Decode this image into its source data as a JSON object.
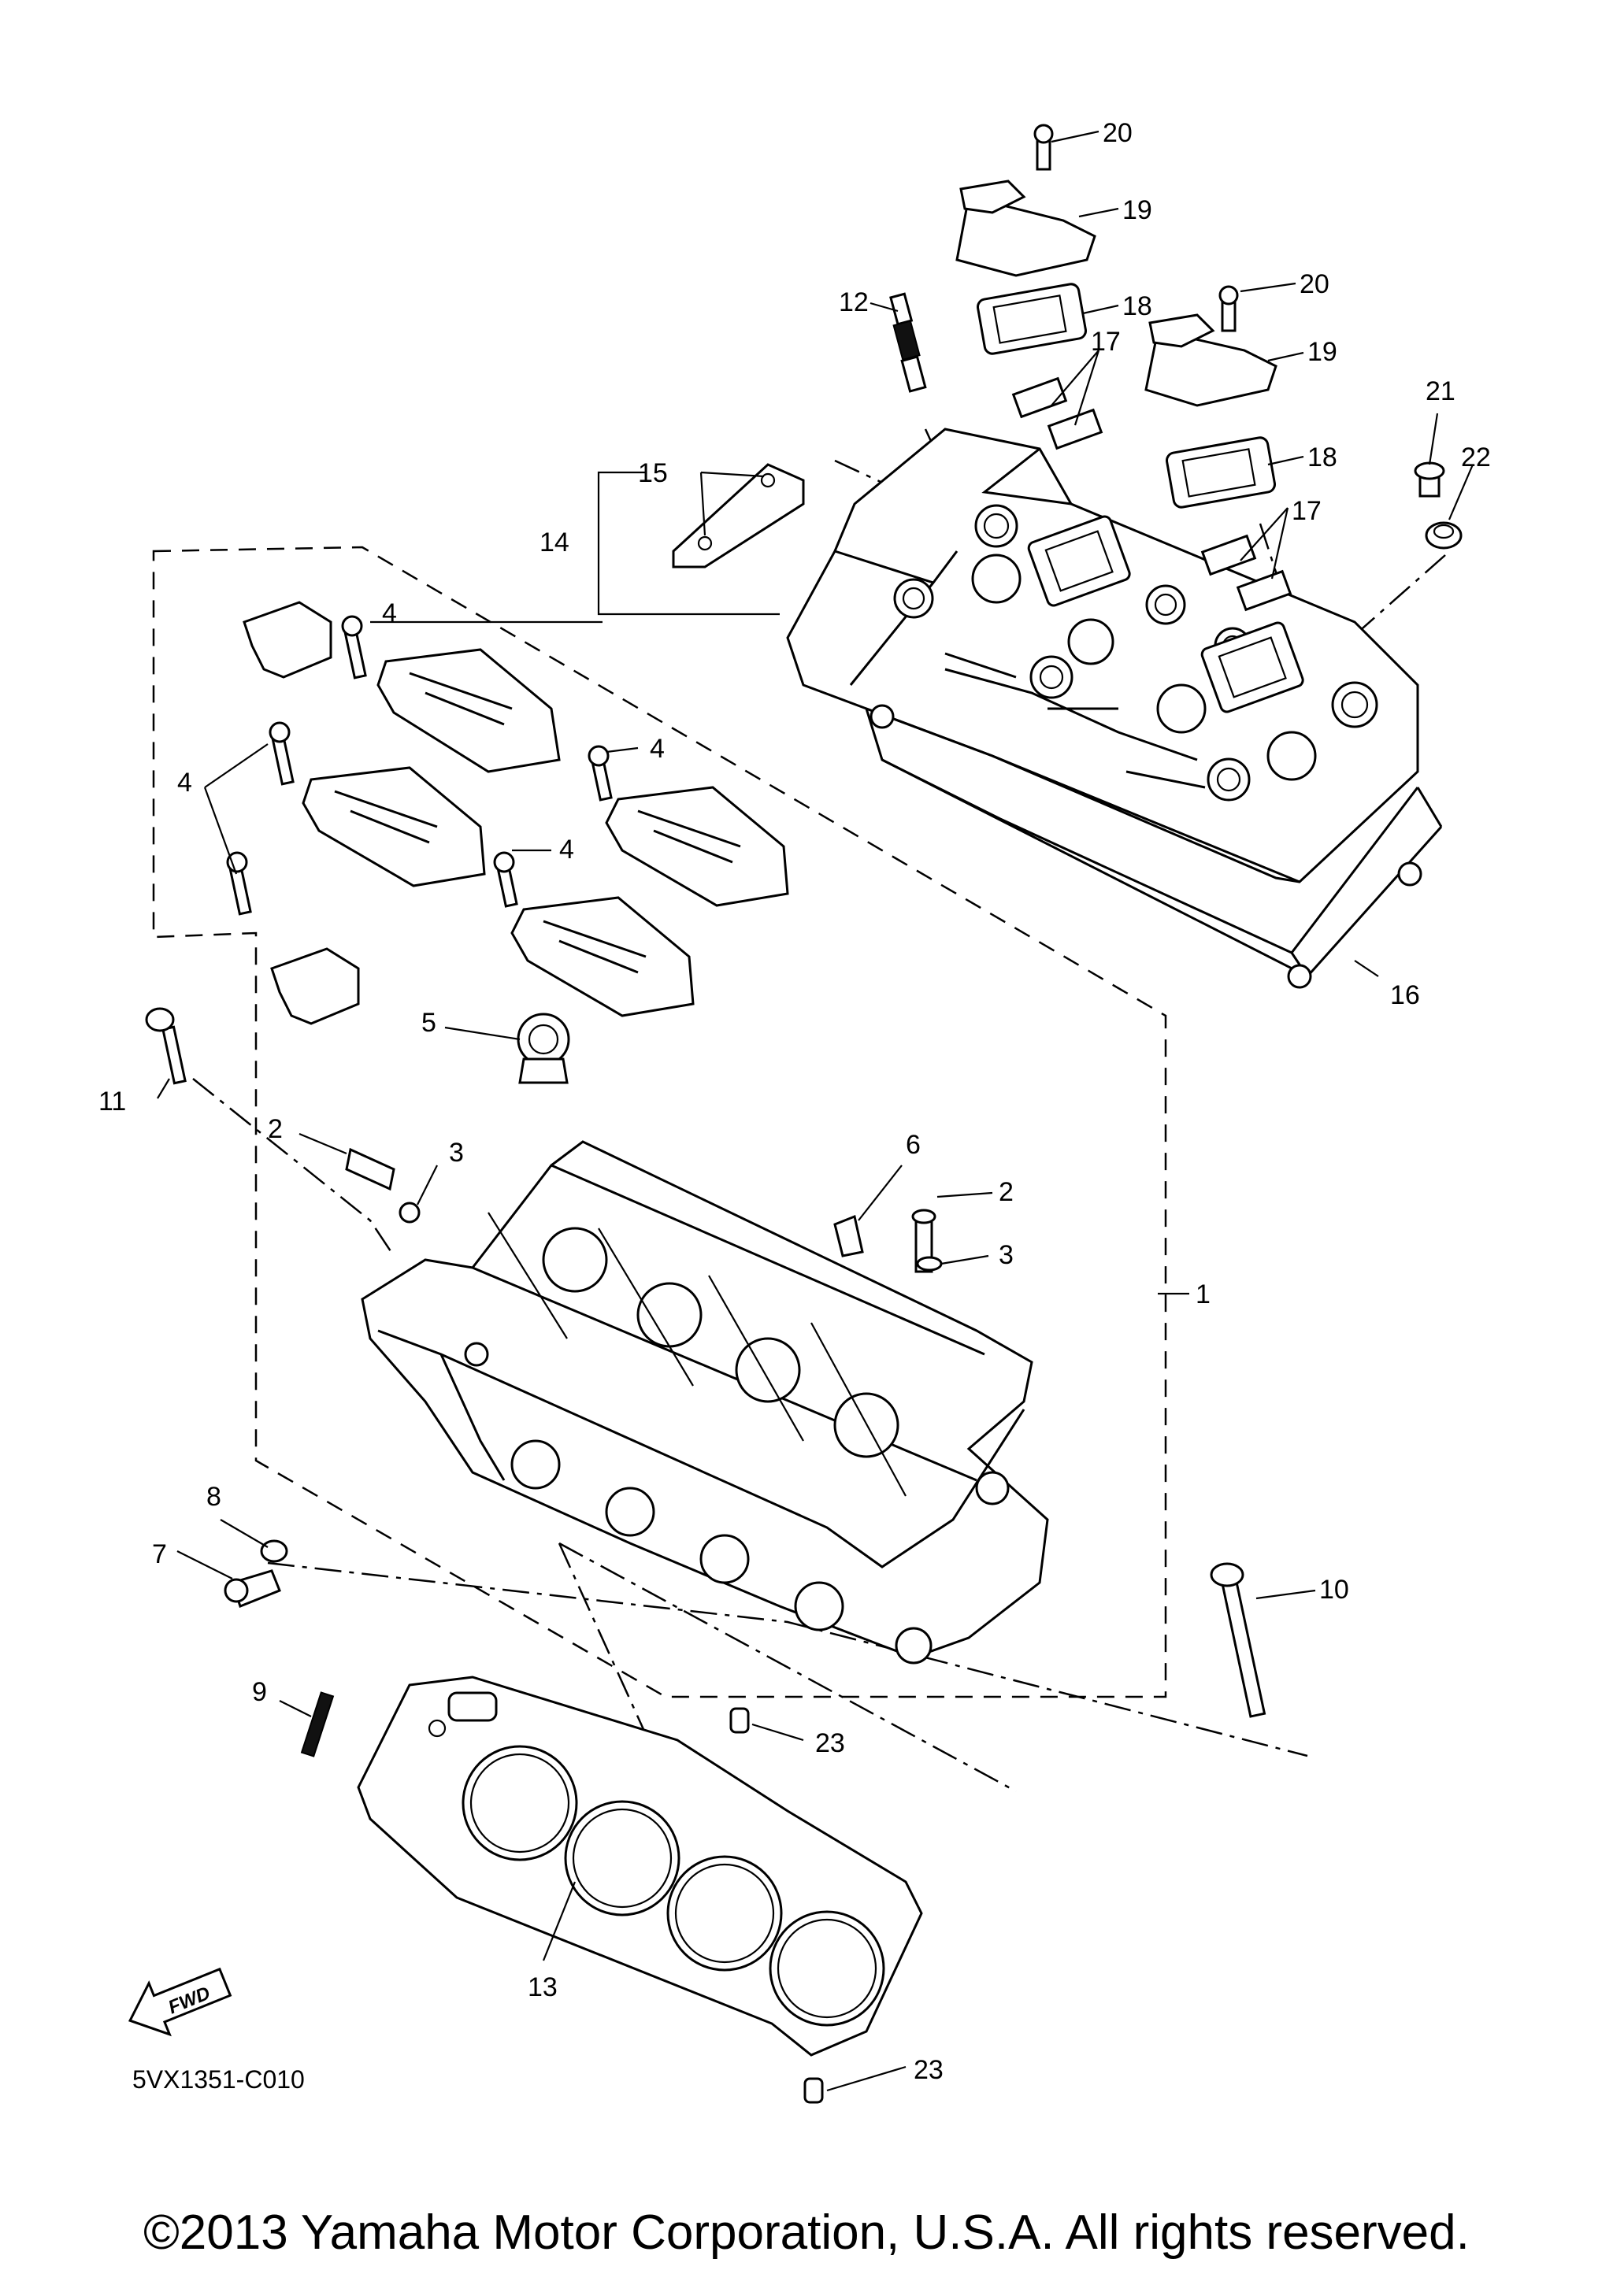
{
  "labels": {
    "p1": "1",
    "p2a": "2",
    "p2b": "2",
    "p3a": "3",
    "p3b": "3",
    "p4a": "4",
    "p4b": "4",
    "p4c": "4",
    "p4d": "4",
    "p5": "5",
    "p6": "6",
    "p7": "7",
    "p8": "8",
    "p9": "9",
    "p10": "10",
    "p11": "11",
    "p12": "12",
    "p13": "13",
    "p14": "14",
    "p15": "15",
    "p16": "16",
    "p17a": "17",
    "p17b": "17",
    "p18a": "18",
    "p18b": "18",
    "p19a": "19",
    "p19b": "19",
    "p20a": "20",
    "p20b": "20",
    "p21": "21",
    "p22": "22",
    "p23a": "23",
    "p23b": "23"
  },
  "fwd_label": "FWD",
  "diagram_code": "5VX1351-C010",
  "copyright": "©2013 Yamaha Motor Corporation, U.S.A. All rights reserved."
}
